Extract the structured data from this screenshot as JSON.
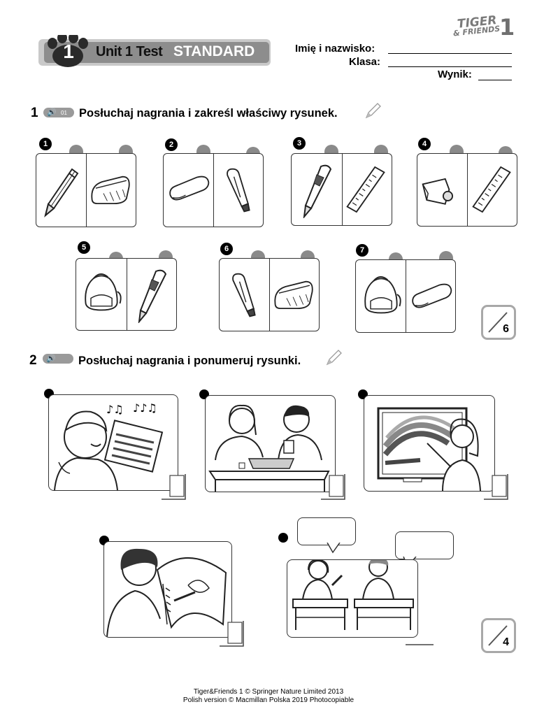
{
  "header": {
    "unit_number": "1",
    "unit_title": "Unit 1 Test",
    "level": "STANDARD",
    "logo_tiger": "TIGER",
    "logo_friends": "& FRIENDS",
    "logo_number": "1",
    "name_label": "Imię i nazwisko:",
    "class_label": "Klasa:",
    "score_label": "Wynik:"
  },
  "exercise1": {
    "number": "1",
    "track": "01",
    "instruction": "Posłuchaj nagrania i zakreśl właściwy rysunek.",
    "items": [
      {
        "num": "1",
        "a": "pencil-icon",
        "b": "pencil-case-icon"
      },
      {
        "num": "2",
        "a": "rubber-icon",
        "b": "marker-icon"
      },
      {
        "num": "3",
        "a": "pen-icon",
        "b": "ruler-icon"
      },
      {
        "num": "4",
        "a": "sharpener-icon",
        "b": "ruler-icon"
      },
      {
        "num": "5",
        "a": "school-bag-icon",
        "b": "pen-icon"
      },
      {
        "num": "6",
        "a": "marker-icon",
        "b": "pencil-case-icon"
      },
      {
        "num": "7",
        "a": "school-bag-icon",
        "b": "rubber-icon"
      }
    ],
    "score": "6"
  },
  "exercise2": {
    "number": "2",
    "instruction": "Posłuchaj nagrania i ponumeruj rysunki.",
    "panels": [
      "boy-singing-illustration",
      "children-playing-board-game-illustration",
      "girl-painting-rainbow-illustration",
      "boy-drawing-in-notebook-illustration",
      "children-talking-at-desks-illustration"
    ],
    "score": "4"
  },
  "footer": {
    "line1": "Tiger&Friends 1 © Springer Nature Limited 2013",
    "line2": "Polish version © Macmillan Polska 2019 Photocopiable"
  },
  "colors": {
    "banner_gray": "#8d8d8d",
    "banner_light": "#c9c9c9",
    "score_border": "#a8a8a8"
  }
}
